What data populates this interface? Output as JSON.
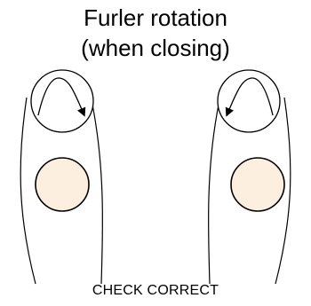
{
  "title": {
    "line1": "Furler rotation",
    "line2": "(when closing)"
  },
  "footer": {
    "label": "CHECK CORRECT"
  },
  "colors": {
    "drum_fill": "#fdefe0",
    "stroke": "#000000"
  },
  "icons": {
    "left_rotation": "clockwise-arrow-icon",
    "right_rotation": "counterclockwise-arrow-icon"
  }
}
